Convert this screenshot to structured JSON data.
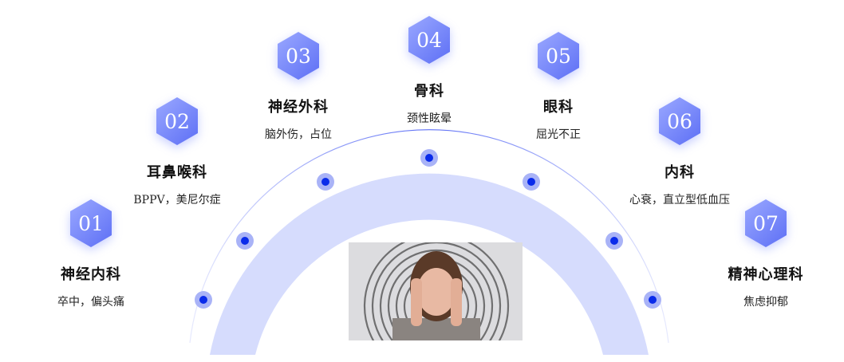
{
  "colors": {
    "accent": "#5d6ff5",
    "band": "#d6dcfd",
    "dot": "#0a2bea",
    "dot_halo": "#a9b3f7"
  },
  "items": [
    {
      "num": "01",
      "title": "神经内科",
      "desc": "卒中，偏头痛"
    },
    {
      "num": "02",
      "title": "耳鼻喉科",
      "desc": "BPPV，美尼尔症"
    },
    {
      "num": "03",
      "title": "神经外科",
      "desc": "脑外伤，占位"
    },
    {
      "num": "04",
      "title": "骨科",
      "desc": "颈性眩晕"
    },
    {
      "num": "05",
      "title": "眼科",
      "desc": "屈光不正"
    },
    {
      "num": "06",
      "title": "内科",
      "desc": "心衰，直立型低血压"
    },
    {
      "num": "07",
      "title": "精神心理科",
      "desc": "焦虑抑郁"
    }
  ],
  "image": {
    "icon": "woman-dizziness-photo"
  }
}
